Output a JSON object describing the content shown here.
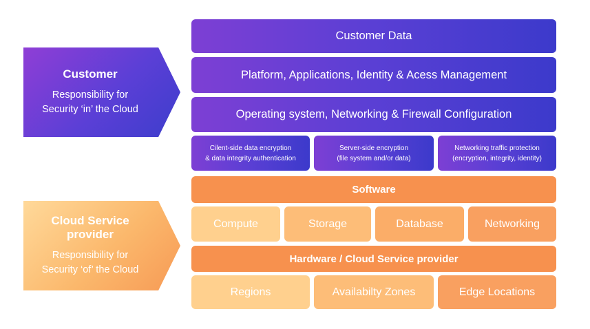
{
  "customer": {
    "title": "Customer",
    "subtitle_line1": "Responsibility for",
    "subtitle_line2": "Security ‘in’ the Cloud",
    "layers": {
      "customer_data": "Customer Data",
      "platform": "Platform, Applications, Identity & Acess Management",
      "os": "Operating system, Networking & Firewall Configuration"
    },
    "encryption": [
      {
        "line1": "Cilent-side data encryption",
        "line2": "& data integrity authentication"
      },
      {
        "line1": "Server-side encryption",
        "line2": "(file system and/or data)"
      },
      {
        "line1": "Networking traffic protection",
        "line2": "(encryption, integrity, identity)"
      }
    ]
  },
  "provider": {
    "title_line1": "Cloud Service",
    "title_line2": "provider",
    "subtitle_line1": "Responsibility for",
    "subtitle_line2": "Security ‘of’ the Cloud",
    "software": "Software",
    "services": [
      "Compute",
      "Storage",
      "Database",
      "Networking"
    ],
    "hardware": "Hardware / Cloud Service provider",
    "infrastructure": [
      "Regions",
      "Availabilty Zones",
      "Edge Locations"
    ]
  },
  "colors": {
    "purple_start": "#7d3fd4",
    "purple_end": "#3c3acb",
    "orange_strong": "#f7914e",
    "orange_light": "#ffd08e"
  }
}
